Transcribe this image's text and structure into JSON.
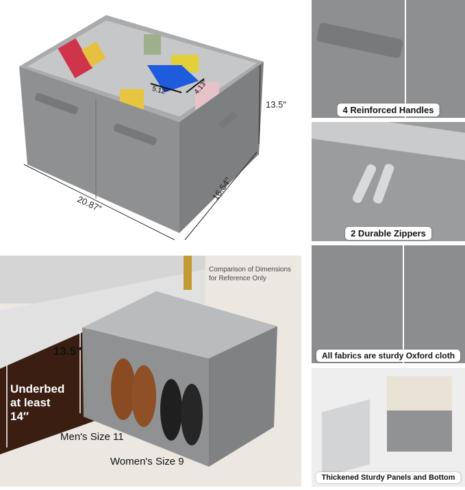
{
  "top_left": {
    "dimensions": {
      "length": "20.87″",
      "width": "16.54″",
      "height": "13.5″",
      "compartment_length": "5.12″",
      "compartment_width": "4.13″"
    }
  },
  "bottom_left": {
    "note_line1": "Comparison of Dimensions",
    "note_line2": "for Reference Only",
    "box_height": "13.5″",
    "underbed_line1": "Underbed",
    "underbed_line2": "at least",
    "underbed_line3": "14″",
    "mens_size": "Men's Size 11",
    "womens_size": "Women's Size 9"
  },
  "features": [
    {
      "label": "4 Reinforced Handles"
    },
    {
      "label": "2 Durable Zippers"
    },
    {
      "label": "All fabrics are sturdy Oxford cloth"
    },
    {
      "label": "Thickened Sturdy Panels and Bottom"
    }
  ],
  "colors": {
    "box_gray": "#8f9193",
    "lid_gray": "#b9bbbd",
    "floor": "#e8e4dc",
    "bed_wood": "#3a1e12"
  }
}
